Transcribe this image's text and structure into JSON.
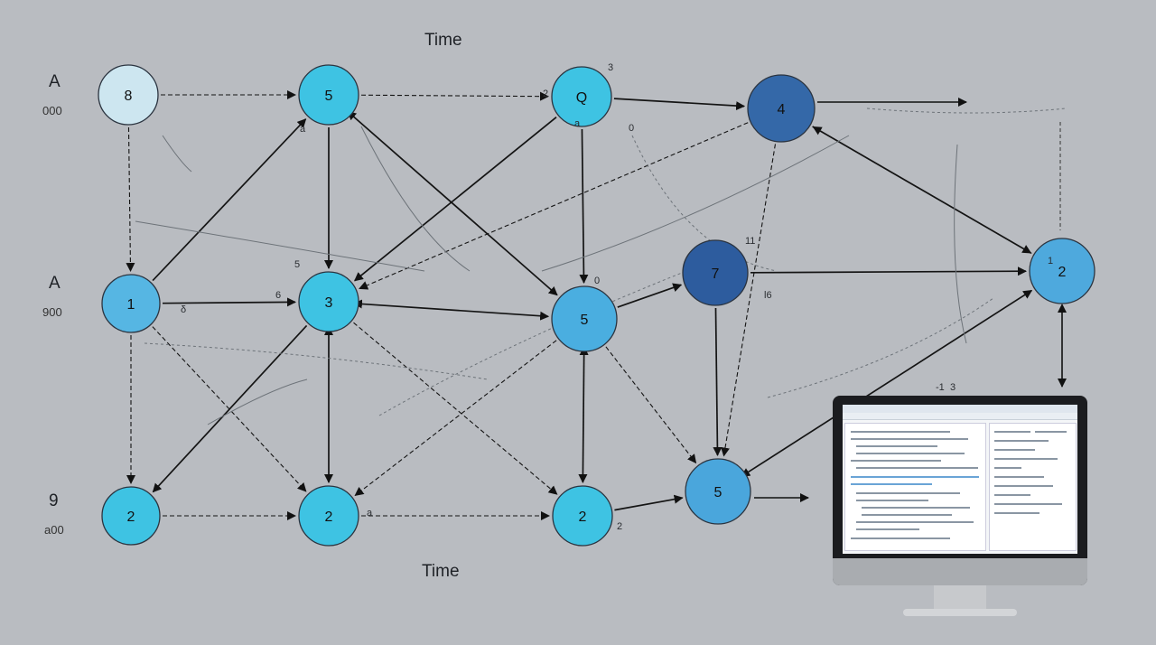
{
  "labels": {
    "top_axis": "Time",
    "bottom_axis": "Time",
    "row1_letter": "A",
    "row1_num": "000",
    "row2_letter": "A",
    "row2_num": "900",
    "row3_letter": "9",
    "row3_num": "a00"
  },
  "nodes": [
    {
      "id": "n8",
      "text": "8",
      "fill": "#cde6f0"
    },
    {
      "id": "n5a",
      "text": "5",
      "fill": "#3ec3e3"
    },
    {
      "id": "nQ",
      "text": "Q",
      "fill": "#3ec3e3"
    },
    {
      "id": "n4",
      "text": "4",
      "fill": "#3468a8"
    },
    {
      "id": "n1",
      "text": "1",
      "fill": "#56b6e3"
    },
    {
      "id": "n3",
      "text": "3",
      "fill": "#3ec3e3"
    },
    {
      "id": "n5b",
      "text": "5",
      "fill": "#4aaee0"
    },
    {
      "id": "n7",
      "text": "7",
      "fill": "#2d5c9e"
    },
    {
      "id": "n2r",
      "text": "2",
      "fill": "#4ea9dd"
    },
    {
      "id": "n2a",
      "text": "2",
      "fill": "#3ec3e3"
    },
    {
      "id": "n2b",
      "text": "2",
      "fill": "#3ec3e3"
    },
    {
      "id": "n2c",
      "text": "2",
      "fill": "#3ec3e3"
    },
    {
      "id": "n5c",
      "text": "5",
      "fill": "#4aa6dc"
    }
  ],
  "annotations": [
    "5",
    "a",
    "3",
    "2",
    "0",
    "a",
    "δ",
    "6",
    "0",
    "11",
    "l6",
    "a",
    "2",
    "3",
    "-1",
    "1"
  ],
  "edges": [
    {
      "from": "n8",
      "to": "n5a",
      "style": "dashed"
    },
    {
      "from": "n5a",
      "to": "nQ",
      "style": "dashed"
    },
    {
      "from": "nQ",
      "to": "n4",
      "style": "solid"
    },
    {
      "from": "n8",
      "to": "n1",
      "style": "dashed"
    },
    {
      "from": "n1",
      "to": "n5a",
      "style": "solid"
    },
    {
      "from": "n5a",
      "to": "n3",
      "style": "solid"
    },
    {
      "from": "n5a",
      "to": "n5b",
      "style": "solid"
    },
    {
      "from": "nQ",
      "to": "n3",
      "style": "solid"
    },
    {
      "from": "nQ",
      "to": "n5b",
      "style": "solid"
    },
    {
      "from": "n4",
      "to": "n3",
      "style": "dashed"
    },
    {
      "from": "n4",
      "to": "n2r",
      "style": "solid"
    },
    {
      "from": "n1",
      "to": "n3",
      "style": "solid"
    },
    {
      "from": "n3",
      "to": "n5b",
      "style": "solid"
    },
    {
      "from": "n5b",
      "to": "n7",
      "style": "solid"
    },
    {
      "from": "n7",
      "to": "n2r",
      "style": "solid"
    },
    {
      "from": "n1",
      "to": "n2a",
      "style": "dashed"
    },
    {
      "from": "n1",
      "to": "n2b",
      "style": "dashed"
    },
    {
      "from": "n3",
      "to": "n2a",
      "style": "solid"
    },
    {
      "from": "n3",
      "to": "n2b",
      "style": "solid"
    },
    {
      "from": "n3",
      "to": "n2c",
      "style": "dashed"
    },
    {
      "from": "n5b",
      "to": "n2b",
      "style": "dashed"
    },
    {
      "from": "n5b",
      "to": "n2c",
      "style": "solid"
    },
    {
      "from": "n5b",
      "to": "n5c",
      "style": "dashed"
    },
    {
      "from": "n7",
      "to": "n5c",
      "style": "solid"
    },
    {
      "from": "n2b",
      "to": "n2c",
      "style": "dashed"
    },
    {
      "from": "n2c",
      "to": "n5c",
      "style": "solid"
    },
    {
      "from": "n2a",
      "to": "n2b",
      "style": "dashed"
    },
    {
      "from": "n5c",
      "to": "n2r",
      "style": "solid"
    },
    {
      "from": "n4",
      "to": "n5c",
      "style": "dashed"
    },
    {
      "from": "n2r",
      "to": "n4",
      "style": "dashed"
    }
  ]
}
